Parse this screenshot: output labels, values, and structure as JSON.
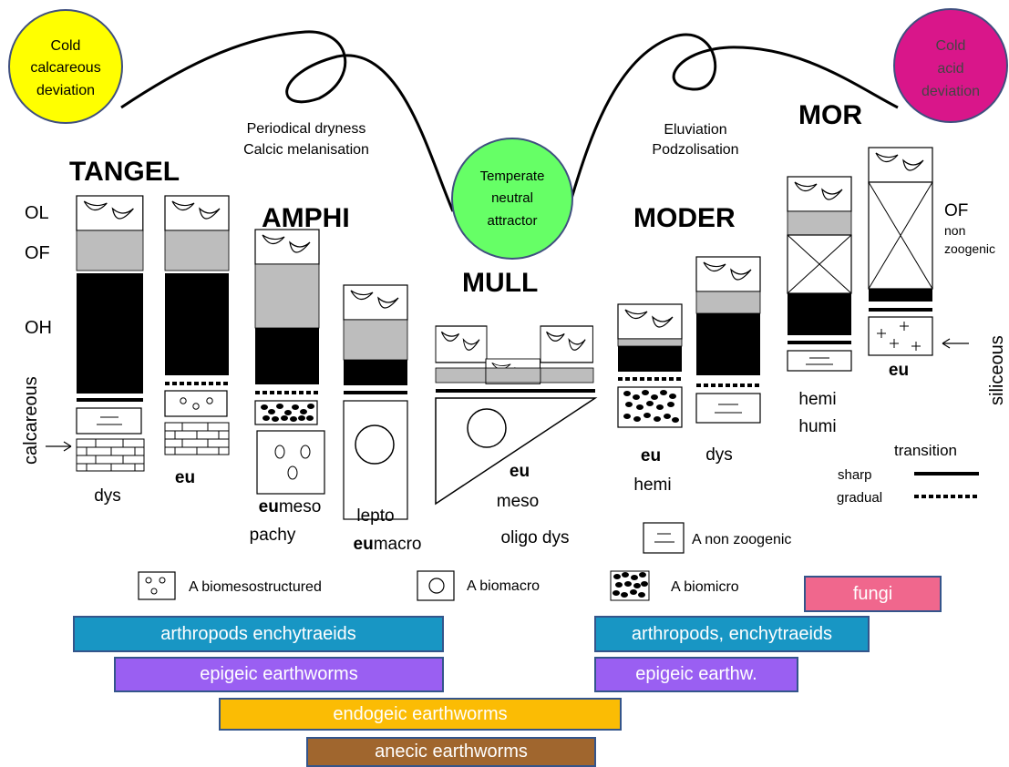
{
  "attractors": {
    "cold_calcareous": "Cold|calcareous|deviation",
    "temperate": "Temperate|neutral|attractor",
    "cold_acid": "Cold|acid|deviation"
  },
  "processes": {
    "left_1": "Periodical dryness",
    "left_2": "Calcic melanisation",
    "right_1": "Eluviation",
    "right_2": "Podzolisation"
  },
  "humus_forms": {
    "tangel": "TANGEL",
    "amphi": "AMPHI",
    "mull": "MULL",
    "moder": "MODER",
    "mor": "MOR"
  },
  "horizons": {
    "ol": "OL",
    "of": "OF",
    "oh": "OH"
  },
  "side_labels": {
    "calcareous": "calcareous",
    "siliceous": "siliceous"
  },
  "of_non_zoogenic": {
    "of": "OF",
    "line1": "non",
    "line2": "zoogenic"
  },
  "variant_labels": {
    "tangel_dys": "dys",
    "tangel_eu": "eu",
    "amphi_eu_bold": "eu",
    "amphi_eu_rest": "meso",
    "amphi_pachy": "pachy",
    "lepto": "lepto",
    "lepto_eu_bold": "eu",
    "lepto_eu_rest": "macro",
    "mull_eu": "eu",
    "mull_meso": "meso",
    "mull_oligo": "oligo dys",
    "moder_eu": "eu",
    "moder_hemi": "hemi",
    "moder_dys": "dys",
    "mor_hemi": "hemi",
    "mor_humi": "humi",
    "mor_eu": "eu"
  },
  "transition_legend": {
    "title": "transition",
    "sharp": "sharp",
    "gradual": "gradual"
  },
  "a_legend": {
    "non_zoogenic": "A non zoogenic",
    "biomesostructured": "A biomesostructured",
    "biomacro": "A biomacro",
    "biomicro": "A biomicro"
  },
  "organisms": [
    {
      "label": "fungi",
      "color": "#f0678d"
    },
    {
      "label": "arthropods enchytraeids",
      "color": "#1896c4"
    },
    {
      "label": "arthropods, enchytraeids",
      "color": "#1896c4"
    },
    {
      "label": "epigeic earthworms",
      "color": "#9a5ff2"
    },
    {
      "label": "epigeic earthw.",
      "color": "#9a5ff2"
    },
    {
      "label": "endogeic earthworms",
      "color": "#fbbc04"
    },
    {
      "label": "anecic earthworms",
      "color": "#a0662e"
    }
  ],
  "colors": {
    "cold_calcareous": "#ffff00",
    "temperate": "#66ff66",
    "cold_acid": "#d9168a",
    "of_layer": "#bdbdbd",
    "oh_layer": "#000000",
    "bar_border": "#34558b"
  }
}
